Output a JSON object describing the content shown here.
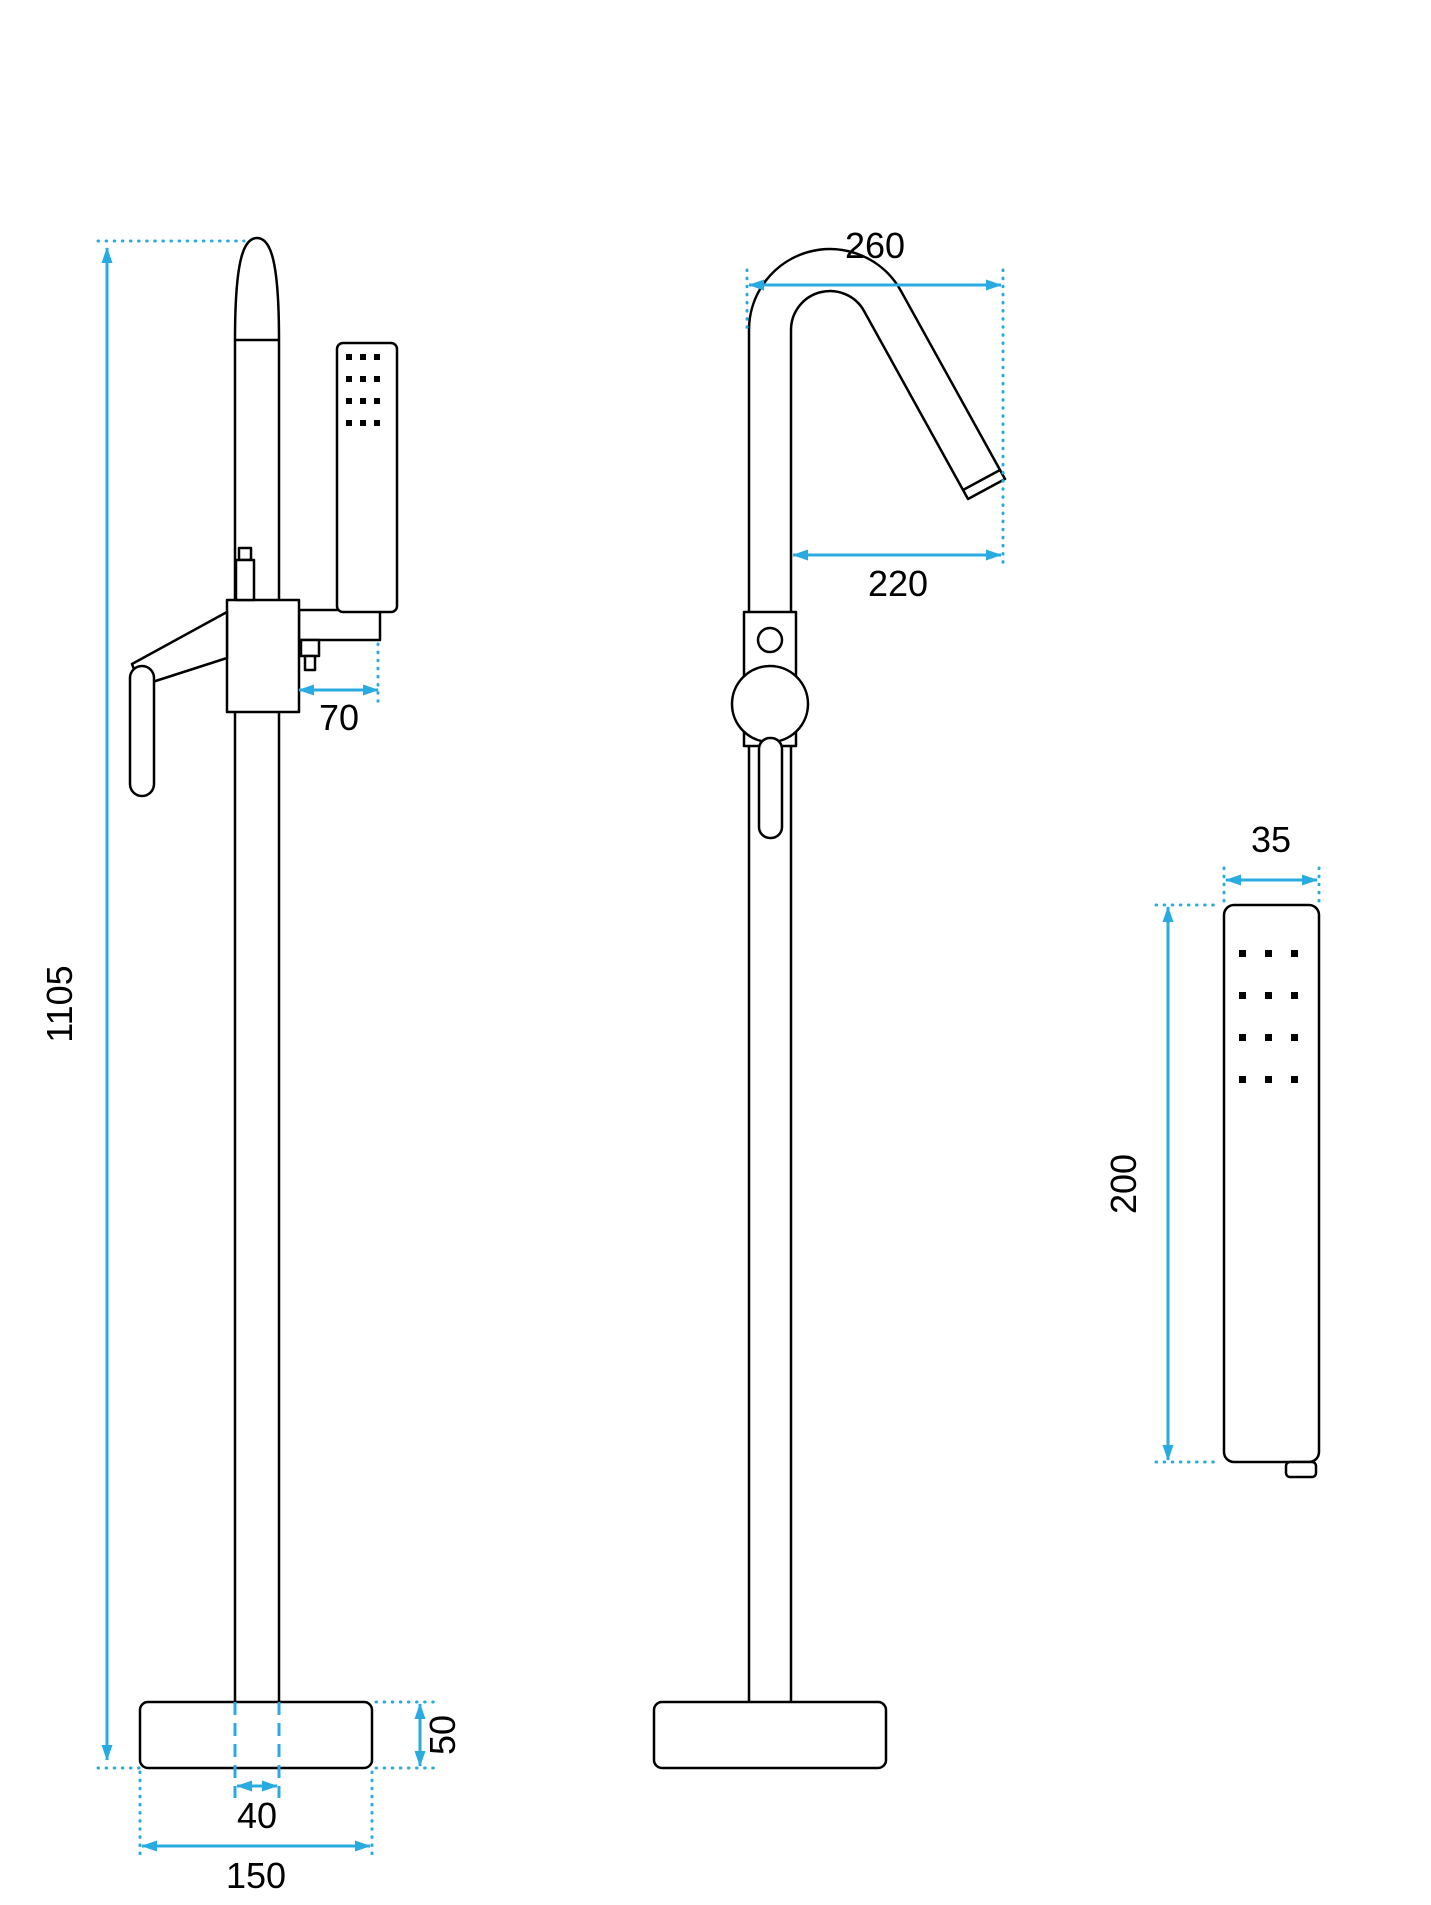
{
  "diagram": {
    "type": "technical-dimension-drawing",
    "subject": "freestanding bathtub faucet with hand shower",
    "colors": {
      "dimension_lines": "#29ABE2",
      "drawing_outline": "#000000",
      "background": "#FFFFFF"
    },
    "side_view": {
      "height_label": "1105",
      "handshower_offset_label": "70",
      "base_height_label": "50",
      "pipe_hole_label": "40",
      "base_width_label": "150"
    },
    "front_view": {
      "top_reach_label": "260",
      "outlet_reach_label": "220"
    },
    "handshower_view": {
      "width_label": "35",
      "length_label": "200"
    }
  }
}
